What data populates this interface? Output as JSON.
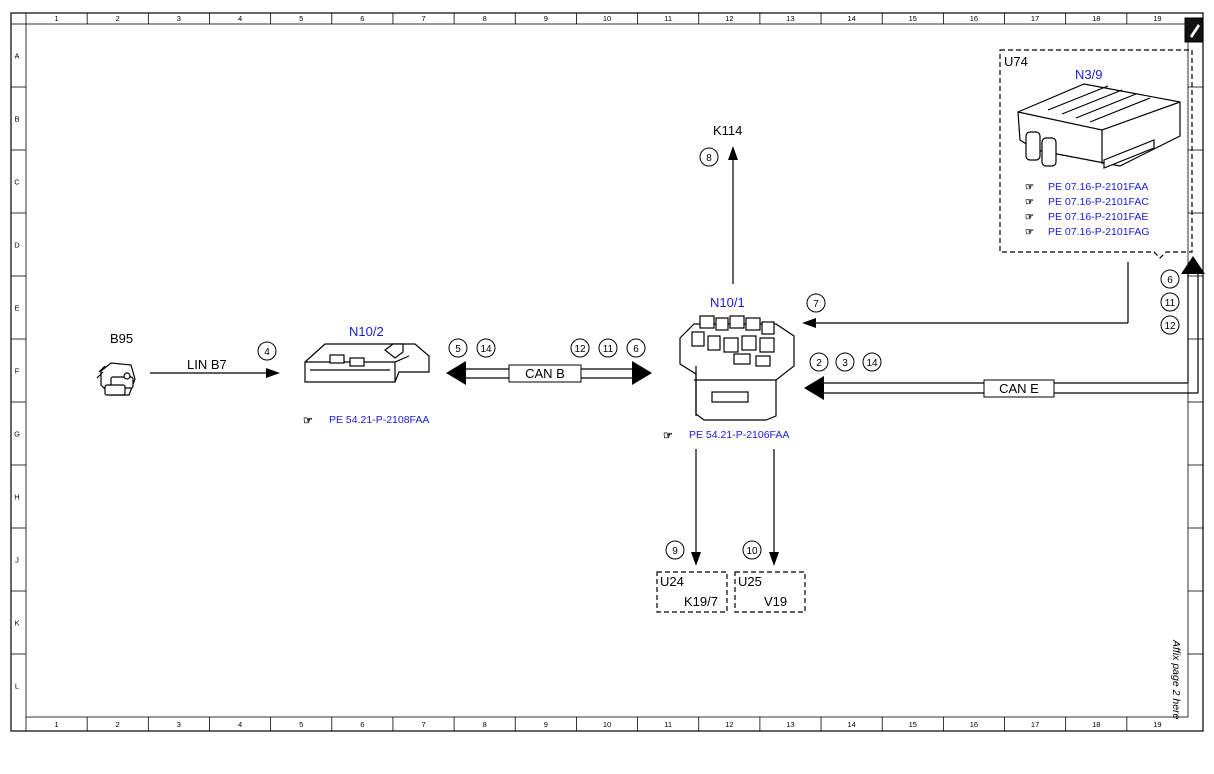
{
  "grid": {
    "columns": [
      "1",
      "2",
      "3",
      "4",
      "5",
      "6",
      "7",
      "8",
      "9",
      "10",
      "11",
      "12",
      "13",
      "14",
      "15",
      "16",
      "17",
      "18",
      "19"
    ],
    "rows": [
      "A",
      "B",
      "C",
      "D",
      "E",
      "F",
      "G",
      "H",
      "J",
      "K",
      "L"
    ]
  },
  "components": {
    "b95": {
      "label": "B95"
    },
    "n10_2": {
      "label": "N10/2",
      "ref": "PE 54.21-P-2108FAA"
    },
    "n10_1": {
      "label": "N10/1",
      "ref": "PE 54.21-P-2106FAA"
    },
    "u74": {
      "frame": "U74",
      "label": "N3/9",
      "refs": [
        "PE 07.16-P-2101FAA",
        "PE 07.16-P-2101FAC",
        "PE 07.16-P-2101FAE",
        "PE 07.16-P-2101FAG"
      ]
    },
    "u24": {
      "frame": "U24",
      "label": "K19/7"
    },
    "u25": {
      "frame": "U25",
      "label": "V19"
    },
    "k114": {
      "label": "K114"
    }
  },
  "connections": {
    "lin": {
      "label": "LIN B7"
    },
    "can_b": {
      "label": "CAN B"
    },
    "can_e": {
      "label": "CAN E"
    }
  },
  "markers": {
    "m4": "4",
    "m5": "5",
    "m14a": "14",
    "m12a": "12",
    "m11a": "11",
    "m6a": "6",
    "m8": "8",
    "m7": "7",
    "m2": "2",
    "m3": "3",
    "m14b": "14",
    "m6b": "6",
    "m11b": "11",
    "m12b": "12",
    "m9": "9",
    "m10": "10"
  },
  "side_note": "Affix page 2 here",
  "colors": {
    "label_blue": "#1a1ad6",
    "line": "#000000"
  }
}
